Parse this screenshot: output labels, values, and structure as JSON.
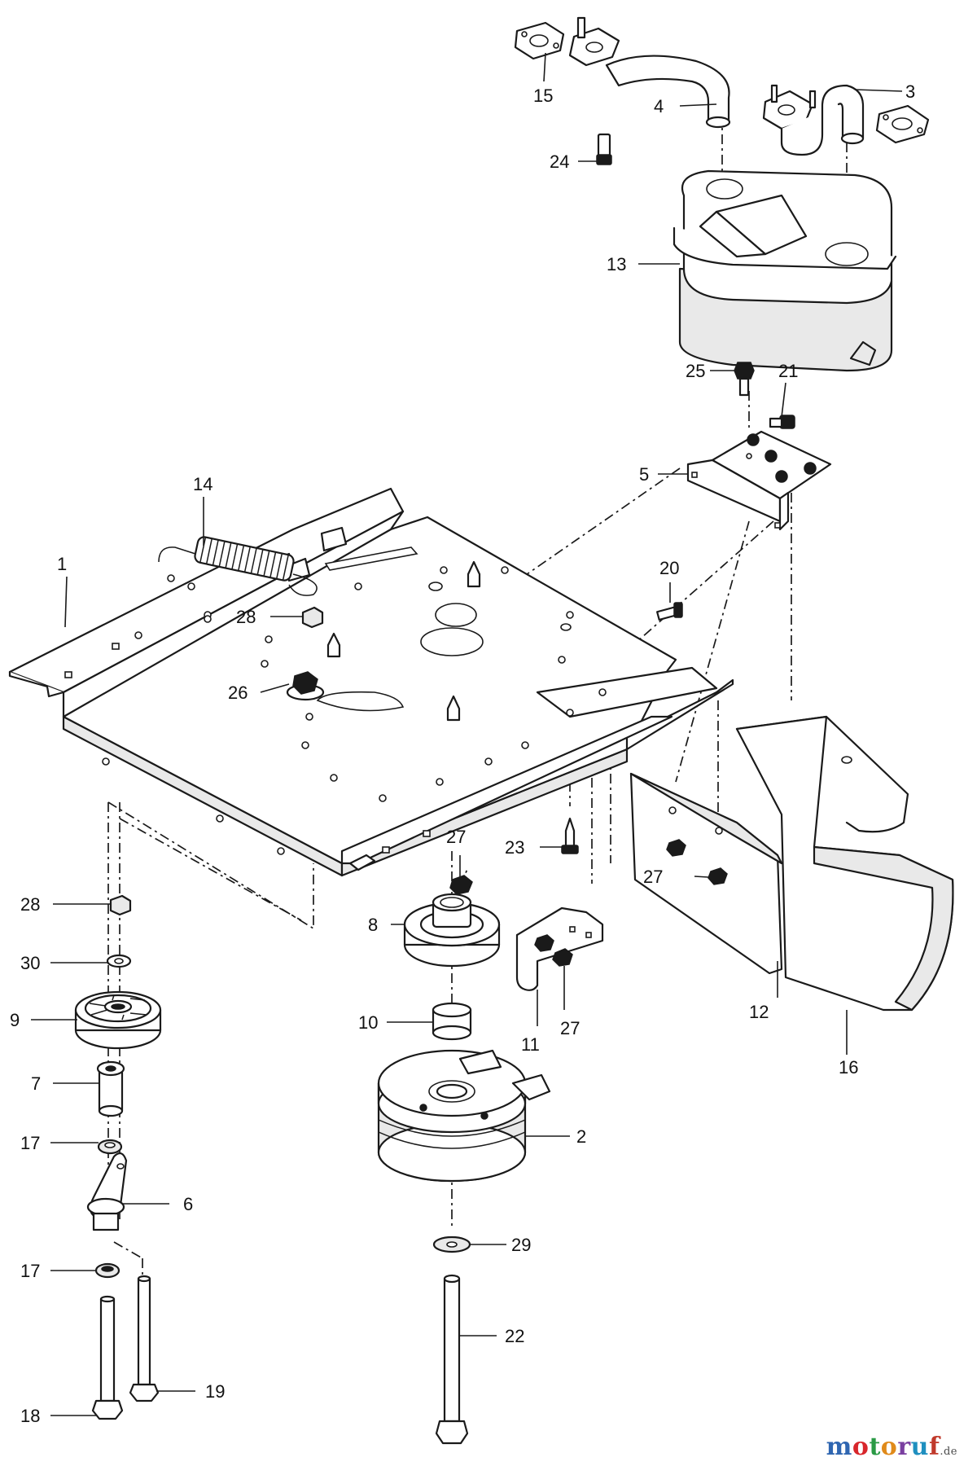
{
  "diagram": {
    "callouts": {
      "c1": "1",
      "c2": "2",
      "c3": "3",
      "c4": "4",
      "c5": "5",
      "c6": "6",
      "c7": "7",
      "c8": "8",
      "c9": "9",
      "c10": "10",
      "c11": "11",
      "c12": "12",
      "c13": "13",
      "c14": "14",
      "c15": "15",
      "c16": "16",
      "c17a": "17",
      "c17b": "17",
      "c18": "18",
      "c19": "19",
      "c20": "20",
      "c21": "21",
      "c22": "22",
      "c23": "23",
      "c24": "24",
      "c25": "25",
      "c26": "26",
      "c27a": "27",
      "c27b": "27",
      "c27c": "27",
      "c28a": "28",
      "c28b": "28",
      "c29": "29",
      "c30": "30"
    }
  },
  "watermark": {
    "letters": [
      "m",
      "o",
      "t",
      "o",
      "r",
      "u",
      "f"
    ],
    "colors": [
      "#2f66b1",
      "#d8262b",
      "#2a9a45",
      "#e08a1a",
      "#7a3fa0",
      "#1f8fbf",
      "#c0392b"
    ],
    "suffix": ".de"
  }
}
